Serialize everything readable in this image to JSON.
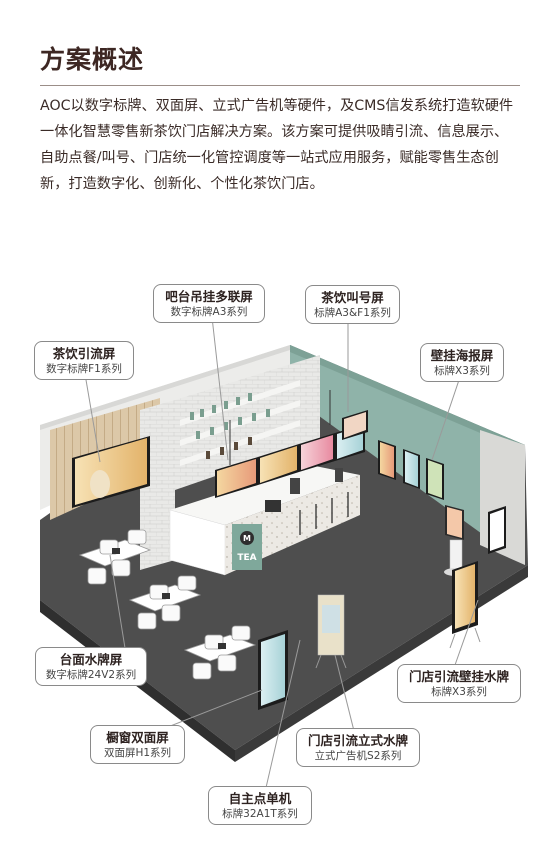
{
  "header": {
    "title": "方案概述",
    "intro": "AOC以数字标牌、双面屏、立式广告机等硬件，及CMS信发系统打造软硬件一体化智慧零售新茶饮门店解决方案。该方案可提供吸睛引流、信息展示、自助点餐/叫号、门店统一化管控调度等一站式应用服务，赋能零售生态创新，打造数字化、创新化、个性化茶饮门店。"
  },
  "logo": {
    "letter": "M",
    "text": "TEA"
  },
  "callouts": {
    "bar_hanging": {
      "title": "吧台吊挂多联屏",
      "sub": "数字标牌A3系列"
    },
    "tea_call": {
      "title": "茶饮叫号屏",
      "sub": "标牌A3&F1系列"
    },
    "tea_drain": {
      "title": "茶饮引流屏",
      "sub": "数字标牌F1系列"
    },
    "wall_poster": {
      "title": "壁挂海报屏",
      "sub": "标牌X3系列"
    },
    "table_sign": {
      "title": "台面水牌屏",
      "sub": "数字标牌24V2系列"
    },
    "wall_sign": {
      "title": "门店引流壁挂水牌",
      "sub": "标牌X3系列"
    },
    "window_dual": {
      "title": "橱窗双面屏",
      "sub": "双面屏H1系列"
    },
    "stand_sign": {
      "title": "门店引流立式水牌",
      "sub": "立式广告机S2系列"
    },
    "kiosk": {
      "title": "自主点单机",
      "sub": "标牌32A1T系列"
    }
  },
  "colors": {
    "wall_green": "#8fb3a9",
    "floor": "#4e4e4e",
    "title": "#3d2723"
  }
}
